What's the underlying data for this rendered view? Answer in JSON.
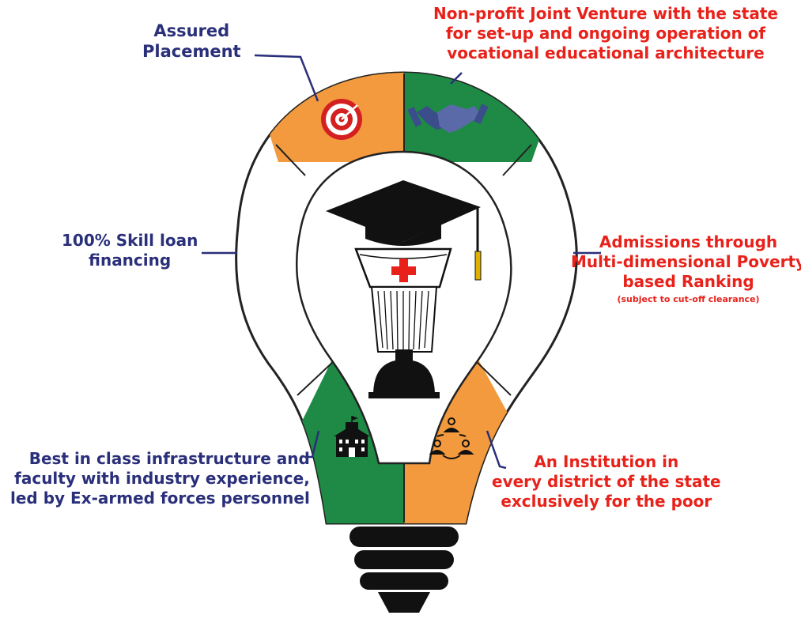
{
  "labels": {
    "assured_placement": [
      "Assured",
      "Placement"
    ],
    "joint_venture": [
      "Non-profit Joint Venture with the state",
      "for set-up and  ongoing  operation of",
      "vocational educational architecture"
    ],
    "skill_loan": [
      "100% Skill loan",
      "financing"
    ],
    "admissions": [
      "Admissions through",
      "Multi-dimensional Poverty",
      "based Ranking"
    ],
    "admissions_note": "(subject to cut-off clearance)",
    "infrastructure": [
      "Best in class infrastructure and",
      "faculty with industry experience,",
      "led by Ex-armed forces personnel"
    ],
    "institution": [
      "An Institution in",
      "every district of the state",
      "exclusively for the poor"
    ]
  },
  "icons": {
    "top_left": "target-icon",
    "top_right": "handshake-icon",
    "bottom_left": "school-building-icon",
    "bottom_right": "community-network-icon",
    "center": "graduation-cap-nurse-hat-icon"
  },
  "colors": {
    "orange": "#f29a3d",
    "green": "#1e8a45",
    "label_blue": "#2a2f7a",
    "label_red": "#e8221b",
    "outline": "#222222",
    "medical_cross": "#e8221b"
  }
}
